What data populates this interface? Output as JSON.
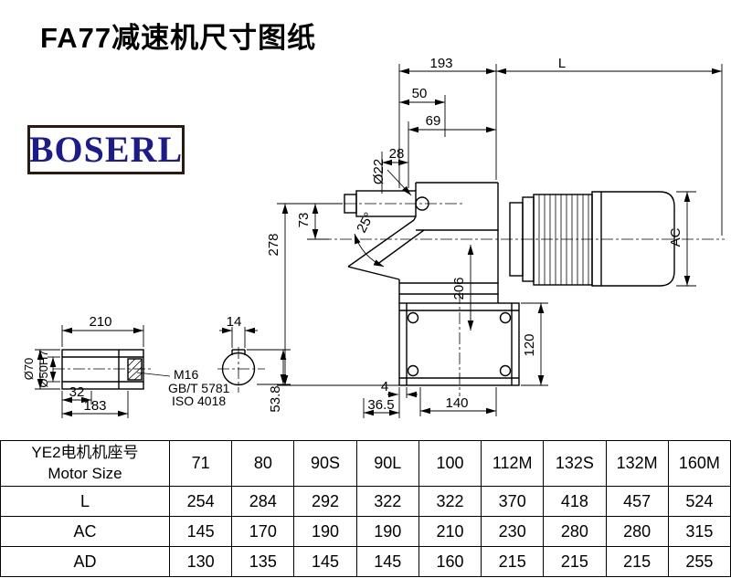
{
  "page": {
    "title": "FA77减速机尺寸图纸"
  },
  "logo": {
    "text": "BOSERL"
  },
  "drawing": {
    "main_view": {
      "dims": {
        "d193": "193",
        "dL": "L",
        "d50": "50",
        "d69": "69",
        "d28": "28",
        "dia22": "Ø22",
        "angle": "25°",
        "d73": "73",
        "d278": "278",
        "d206": "206",
        "dAC": "AC",
        "d120": "120",
        "d140": "140",
        "d36_5": "36.5",
        "d4": "4"
      }
    },
    "shaft_view": {
      "dims": {
        "d210": "210",
        "d14": "14",
        "dia70": "Ø70",
        "dia50h7": "Ø50H7",
        "d32": "32",
        "d183": "183",
        "d53_8": "53.8"
      },
      "notes": {
        "thread": "M16",
        "std1": "GB/T 5781",
        "std2": "ISO 4018"
      }
    }
  },
  "table": {
    "header_col_line1": "YE2电机机座号",
    "header_col_line2": "Motor Size",
    "motor_sizes": [
      "71",
      "80",
      "90S",
      "90L",
      "100",
      "112M",
      "132S",
      "132M",
      "160M"
    ],
    "rows": [
      {
        "label": "L",
        "values": [
          "254",
          "284",
          "292",
          "322",
          "322",
          "370",
          "418",
          "457",
          "524"
        ]
      },
      {
        "label": "AC",
        "values": [
          "145",
          "170",
          "190",
          "190",
          "210",
          "230",
          "280",
          "280",
          "315"
        ]
      },
      {
        "label": "AD",
        "values": [
          "130",
          "135",
          "145",
          "145",
          "160",
          "215",
          "215",
          "215",
          "255"
        ]
      }
    ]
  },
  "colors": {
    "logo_text": "#1b1a8e",
    "logo_border": "#2a1a10",
    "line": "#000000"
  }
}
